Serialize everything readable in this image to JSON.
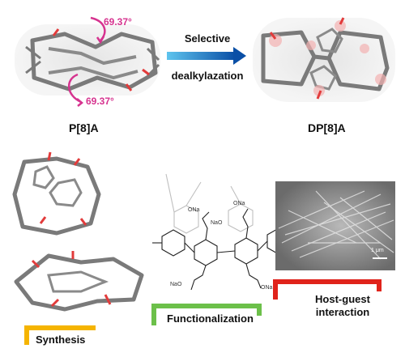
{
  "top": {
    "left_molecule": {
      "name": "P[8]A",
      "angle_top": "69.37°",
      "angle_bottom": "69.37°"
    },
    "arrow": {
      "line1": "Selective",
      "line2": "dealkylazation"
    },
    "right_molecule": {
      "name": "DP[8]A"
    }
  },
  "bottom": {
    "synthesis": {
      "label": "Synthesis",
      "color": "#f5b400"
    },
    "functionalization": {
      "label": "Functionalization",
      "color": "#6cc04a",
      "labels": [
        "ONa",
        "ONa",
        "NaO",
        "ONa",
        "NaO"
      ]
    },
    "host_guest": {
      "line1": "Host-guest",
      "line2": "interaction",
      "color": "#e0231b",
      "scale_bar": "1 μm"
    }
  },
  "colors": {
    "bond": "#7a7a7a",
    "oxygen": "#e23b3b",
    "angle": "#d6338f",
    "arrow_start": "#5ec4ee",
    "arrow_end": "#0a4fa6"
  }
}
